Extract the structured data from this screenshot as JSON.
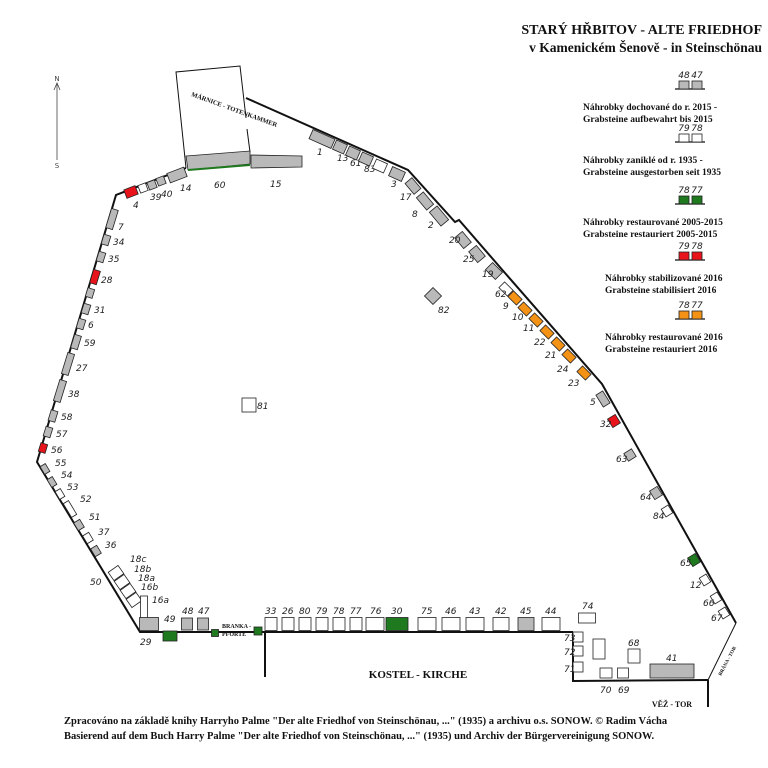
{
  "title": {
    "line1": "STARÝ HŘBITOV - ALTE FRIEDHOF",
    "line2": "v Kamenickém Šenově - in Steinschönau"
  },
  "compass": {
    "north": "N",
    "south": "S"
  },
  "colors": {
    "preserved": "#b9b9b9",
    "extinct": "#ffffff",
    "restored_2005_2015": "#1f7a1f",
    "stabilized_2016": "#e8141c",
    "restored_2016": "#f39214"
  },
  "legend": [
    {
      "status": "preserved",
      "samples": [
        "48",
        "47"
      ],
      "cz": "Náhrobky dochované do r. 2015 -",
      "de": "Grabsteine aufbewahrt bis 2015"
    },
    {
      "status": "extinct",
      "samples": [
        "79",
        "78"
      ],
      "cz": "Náhrobky zaniklé od r. 1935 -",
      "de": "Grabsteine ausgestorben seit 1935"
    },
    {
      "status": "restored_2005_2015",
      "samples": [
        "78",
        "77"
      ],
      "cz": "Náhrobky restaurované 2005-2015",
      "de": "Grabsteine restauriert 2005-2015"
    },
    {
      "status": "stabilized_2016",
      "samples": [
        "79",
        "78"
      ],
      "cz": "Náhrobky stabilizované 2016",
      "de": "Grabsteine stabilisiert 2016"
    },
    {
      "status": "restored_2016",
      "samples": [
        "78",
        "77"
      ],
      "cz": "Náhrobky restaurované 2016",
      "de": "Grabsteine restauriert 2016"
    }
  ],
  "buildings": {
    "mortuary": "MÁRNICE - TOTENKAMMER",
    "church": "KOSTEL - KIRCHE",
    "tower": "VĚŽ - TOR",
    "gate": "BRÁNA - TOR",
    "wicket_line1": "BRANKA -",
    "wicket_line2": "PFORTE"
  },
  "graves": [
    {
      "label": "1",
      "status": "preserved"
    },
    {
      "label": "13",
      "status": "preserved"
    },
    {
      "label": "61",
      "status": "preserved"
    },
    {
      "label": "83",
      "status": "preserved"
    },
    {
      "label": "",
      "status": "extinct"
    },
    {
      "label": "3",
      "status": "preserved"
    },
    {
      "label": "17",
      "status": "preserved"
    },
    {
      "label": "8",
      "status": "preserved"
    },
    {
      "label": "2",
      "status": "preserved"
    },
    {
      "label": "20",
      "status": "preserved"
    },
    {
      "label": "25",
      "status": "preserved"
    },
    {
      "label": "19",
      "status": "preserved"
    },
    {
      "label": "62",
      "status": "extinct"
    },
    {
      "label": "9",
      "status": "restored_2016"
    },
    {
      "label": "10",
      "status": "restored_2016"
    },
    {
      "label": "11",
      "status": "restored_2016"
    },
    {
      "label": "22",
      "status": "restored_2016"
    },
    {
      "label": "21",
      "status": "restored_2016"
    },
    {
      "label": "24",
      "status": "restored_2016"
    },
    {
      "label": "23",
      "status": "restored_2016"
    },
    {
      "label": "5",
      "status": "preserved"
    },
    {
      "label": "32",
      "status": "stabilized_2016"
    },
    {
      "label": "63",
      "status": "preserved"
    },
    {
      "label": "64",
      "status": "preserved"
    },
    {
      "label": "84",
      "status": "extinct"
    },
    {
      "label": "65",
      "status": "restored_2005_2015"
    },
    {
      "label": "12",
      "status": "extinct"
    },
    {
      "label": "66",
      "status": "extinct"
    },
    {
      "label": "67",
      "status": "extinct"
    },
    {
      "label": "4",
      "status": "stabilized_2016"
    },
    {
      "label": "",
      "status": "extinct"
    },
    {
      "label": "39",
      "status": "preserved"
    },
    {
      "label": "40",
      "status": "preserved"
    },
    {
      "label": "14",
      "status": "preserved"
    },
    {
      "label": "7",
      "status": "preserved"
    },
    {
      "label": "34",
      "status": "preserved"
    },
    {
      "label": "35",
      "status": "preserved"
    },
    {
      "label": "28",
      "status": "stabilized_2016"
    },
    {
      "label": "",
      "status": "preserved"
    },
    {
      "label": "31",
      "status": "preserved"
    },
    {
      "label": "6",
      "status": "preserved"
    },
    {
      "label": "59",
      "status": "preserved"
    },
    {
      "label": "27",
      "status": "preserved"
    },
    {
      "label": "38",
      "status": "preserved"
    },
    {
      "label": "58",
      "status": "preserved"
    },
    {
      "label": "57",
      "status": "preserved"
    },
    {
      "label": "56",
      "status": "stabilized_2016"
    },
    {
      "label": "55",
      "status": "preserved"
    },
    {
      "label": "54",
      "status": "preserved"
    },
    {
      "label": "53",
      "status": "extinct"
    },
    {
      "label": "52",
      "status": "extinct"
    },
    {
      "label": "51",
      "status": "preserved"
    },
    {
      "label": "37",
      "status": "extinct"
    },
    {
      "label": "36",
      "status": "preserved"
    },
    {
      "label": "18c",
      "status": "extinct"
    },
    {
      "label": "18b",
      "status": "extinct"
    },
    {
      "label": "18a",
      "status": "extinct"
    },
    {
      "label": "16b",
      "status": "extinct"
    },
    {
      "label": "16a",
      "status": "extinct"
    },
    {
      "label": "29",
      "status": "preserved"
    },
    {
      "label": "49",
      "status": "restored_2005_2015"
    },
    {
      "label": "48",
      "status": "preserved"
    },
    {
      "label": "47",
      "status": "preserved"
    },
    {
      "label": "",
      "status": "restored_2005_2015"
    },
    {
      "label": "",
      "status": "restored_2005_2015"
    },
    {
      "label": "33",
      "status": "extinct"
    },
    {
      "label": "26",
      "status": "extinct"
    },
    {
      "label": "80",
      "status": "extinct"
    },
    {
      "label": "79",
      "status": "extinct"
    },
    {
      "label": "78",
      "status": "extinct"
    },
    {
      "label": "77",
      "status": "extinct"
    },
    {
      "label": "76",
      "status": "extinct"
    },
    {
      "label": "30",
      "status": "restored_2005_2015"
    },
    {
      "label": "75",
      "status": "extinct"
    },
    {
      "label": "46",
      "status": "extinct"
    },
    {
      "label": "43",
      "status": "extinct"
    },
    {
      "label": "42",
      "status": "extinct"
    },
    {
      "label": "45",
      "status": "preserved"
    },
    {
      "label": "44",
      "status": "extinct"
    },
    {
      "label": "74",
      "status": "extinct"
    },
    {
      "label": "73",
      "status": "extinct"
    },
    {
      "label": "72",
      "status": "extinct"
    },
    {
      "label": "71",
      "status": "extinct"
    },
    {
      "label": "",
      "status": "extinct"
    },
    {
      "label": "68",
      "status": "extinct"
    },
    {
      "label": "70",
      "status": "extinct"
    },
    {
      "label": "69",
      "status": "extinct"
    },
    {
      "label": "41",
      "status": "preserved"
    },
    {
      "label": "82",
      "status": "preserved"
    },
    {
      "label": "81",
      "status": "extinct"
    },
    {
      "label": "50",
      "status": "extinct"
    },
    {
      "label": "60",
      "status": "preserved"
    },
    {
      "label": "15",
      "status": "preserved"
    }
  ],
  "footer": {
    "line1": "Zpracováno na základě knihy Harryho Palme \"Der alte Friedhof von Steinschönau, ...\" (1935) a archivu o.s. SONOW. © Radim Vácha",
    "line2": "Basierend auf dem Buch Harry Palme \"Der alte Friedhof von Steinschönau, ...\" (1935) und Archiv der Bürgervereinigung SONOW."
  }
}
